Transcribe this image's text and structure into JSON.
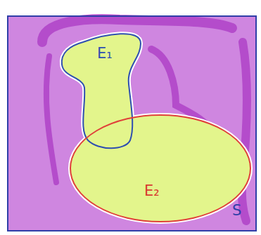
{
  "diagram": {
    "nodes": [
      {
        "text": [
          "S"
        ]
      },
      {
        "text": [
          "E₁"
        ],
        "in": 0
      },
      {
        "text": [
          "E₂"
        ],
        "in": 0
      }
    ]
  }
}
